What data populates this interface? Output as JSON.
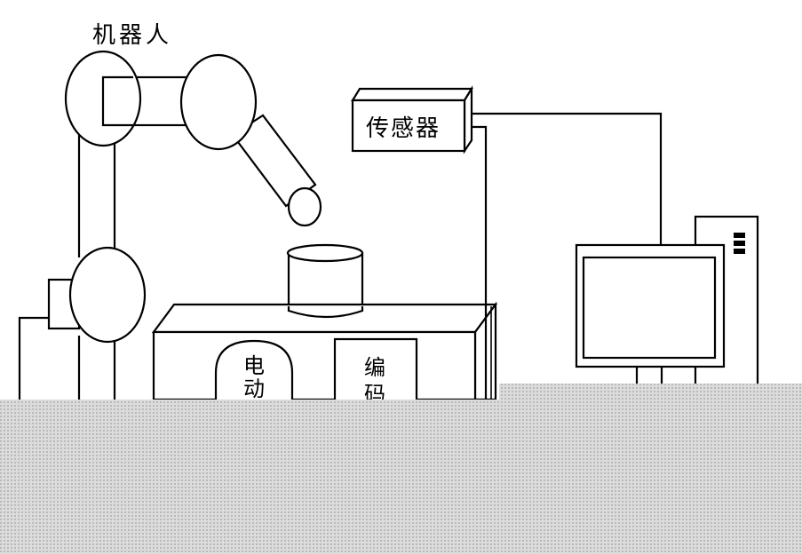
{
  "labels": {
    "robot": "机器人",
    "sensor": "传感器",
    "motor_line1": "电",
    "motor_line2": "动",
    "encoder_line1": "编",
    "encoder_line2": "码"
  },
  "colors": {
    "stroke": "#000000",
    "background": "#ffffff",
    "occlusion_fill": "#dcdcdc",
    "occlusion_dot": "#8a8a8a"
  }
}
